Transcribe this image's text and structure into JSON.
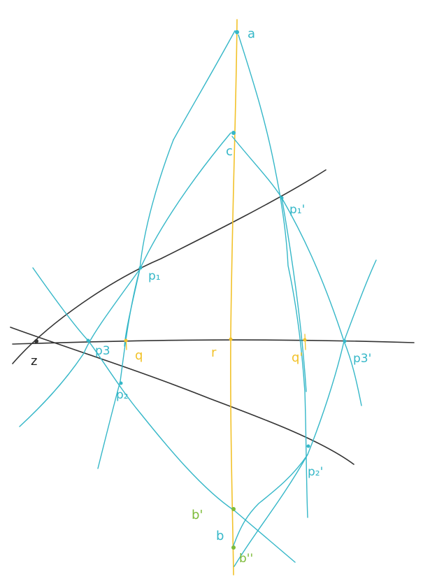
{
  "colors": {
    "cyan": "#35b7c8",
    "yellow": "#f2c22a",
    "black": "#333333",
    "green": "#7dbb3a",
    "label_black": "#222222"
  },
  "labels": {
    "a": "a",
    "c": "c",
    "p1": "p₁",
    "p1_prime": "p₁'",
    "p2": "p₂",
    "p2_prime": "p₂'",
    "p3": "p3",
    "p3_prime": "p3'",
    "q": "q",
    "q_prime": "q'",
    "r": "r",
    "z": "z",
    "b": "b",
    "b_prime": "b'",
    "b_double_prime": "b''"
  }
}
